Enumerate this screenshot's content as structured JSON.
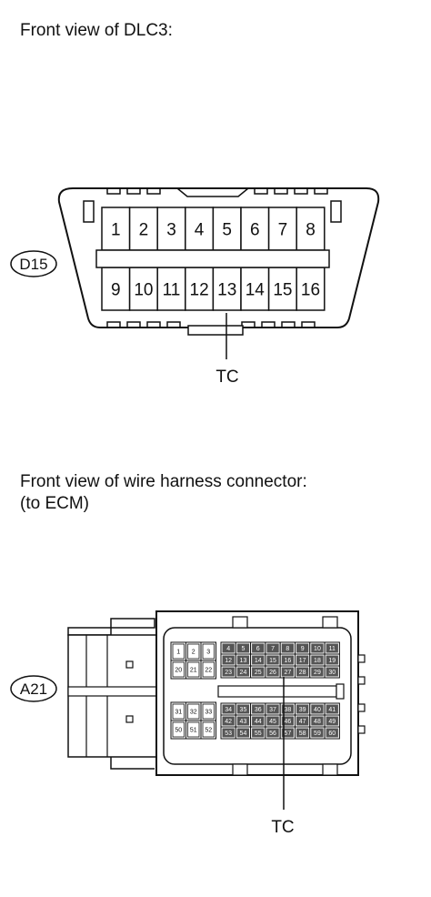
{
  "captions": {
    "dlc3": "Front view of DLC3:",
    "ecm_line1": "Front view of wire harness connector:",
    "ecm_line2": "(to ECM)"
  },
  "dlc3": {
    "connector_id": "D15",
    "top_pins": [
      "1",
      "2",
      "3",
      "4",
      "5",
      "6",
      "7",
      "8"
    ],
    "bottom_pins": [
      "9",
      "10",
      "11",
      "12",
      "13",
      "14",
      "15",
      "16"
    ],
    "callout": "TC"
  },
  "ecm": {
    "connector_id": "A21",
    "left_block_top": [
      [
        "1",
        "2",
        "3"
      ],
      [
        "20",
        "21",
        "22"
      ]
    ],
    "left_block_bottom": [
      [
        "31",
        "32",
        "33"
      ],
      [
        "50",
        "51",
        "52"
      ]
    ],
    "right_block_top": [
      [
        "4",
        "5",
        "6",
        "7",
        "8",
        "9",
        "10",
        "11"
      ],
      [
        "12",
        "13",
        "14",
        "15",
        "16",
        "17",
        "18",
        "19"
      ],
      [
        "23",
        "24",
        "25",
        "26",
        "27",
        "28",
        "29",
        "30"
      ]
    ],
    "right_block_bottom": [
      [
        "34",
        "35",
        "36",
        "37",
        "38",
        "39",
        "40",
        "41"
      ],
      [
        "42",
        "43",
        "44",
        "45",
        "46",
        "47",
        "48",
        "49"
      ],
      [
        "53",
        "54",
        "55",
        "56",
        "57",
        "58",
        "59",
        "60"
      ]
    ],
    "callout": "TC"
  }
}
